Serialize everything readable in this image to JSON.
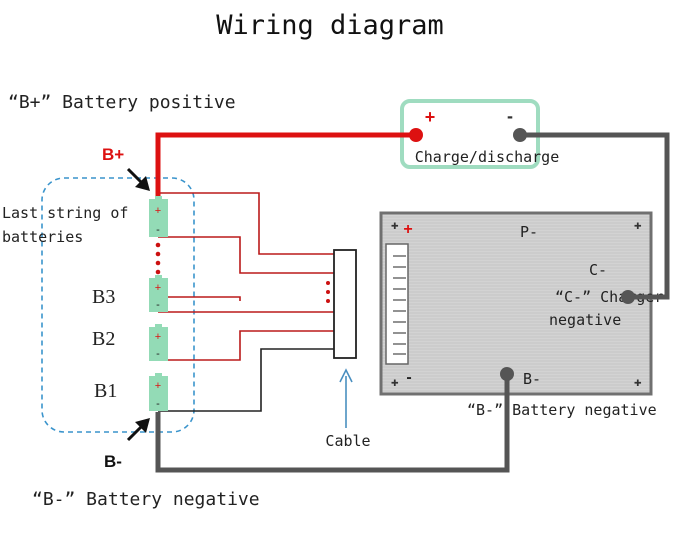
{
  "title": "Wiring diagram",
  "labels": {
    "b_plus_caption": "“B+” Battery positive",
    "b_plus": "B+",
    "last_string": [
      "Last string of",
      "batteries"
    ],
    "b3": "B3",
    "b2": "B2",
    "b1": "B1",
    "b_minus": "B-",
    "b_minus_caption": "“B-” Battery negative",
    "cable": "Cable",
    "charge_discharge": "Charge/discharge",
    "charge_plus": "+",
    "charge_minus": "-",
    "p_minus": "P-",
    "c_minus": "C-",
    "charger_negative": [
      "“C-” Charger",
      "negative"
    ],
    "board_b_minus": "B-",
    "board_b_minus_caption": "“B-” Battery negative",
    "board_plus": "+",
    "board_minus": "-",
    "cell_plus": "+",
    "cell_minus": "-"
  },
  "colors": {
    "positive_wire": "#dd1111",
    "negative_wire": "#555555",
    "balance_wire": "#bb1a1a",
    "battery_cell": "#93dbb6",
    "charge_box_border": "#9fdcc0",
    "board_fill": "#d4d4d4",
    "board_border": "#707070",
    "dashed_outline": "#3a94cc",
    "cable_arrow": "#4a8fc0"
  }
}
